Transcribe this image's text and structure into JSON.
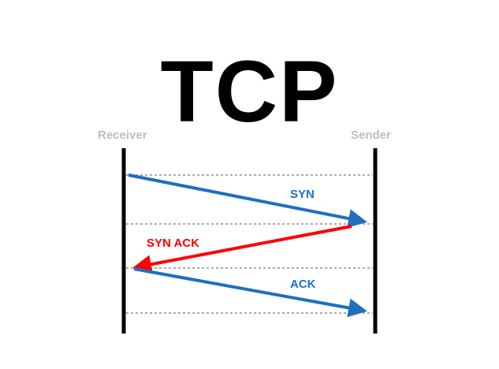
{
  "title": "TCP",
  "lanes": {
    "left": "Receiver",
    "right": "Sender"
  },
  "messages": [
    {
      "label": "SYN",
      "from": "Receiver",
      "to": "Sender"
    },
    {
      "label": "SYN ACK",
      "from": "Sender",
      "to": "Receiver"
    },
    {
      "label": "ACK",
      "from": "Receiver",
      "to": "Sender"
    }
  ],
  "colors": {
    "syn": "#1f6fbf",
    "synack": "#ff0000",
    "ack": "#1f6fbf",
    "lane_label": "#bdbdbd",
    "lifeline": "#000000",
    "dashed": "#555555"
  }
}
